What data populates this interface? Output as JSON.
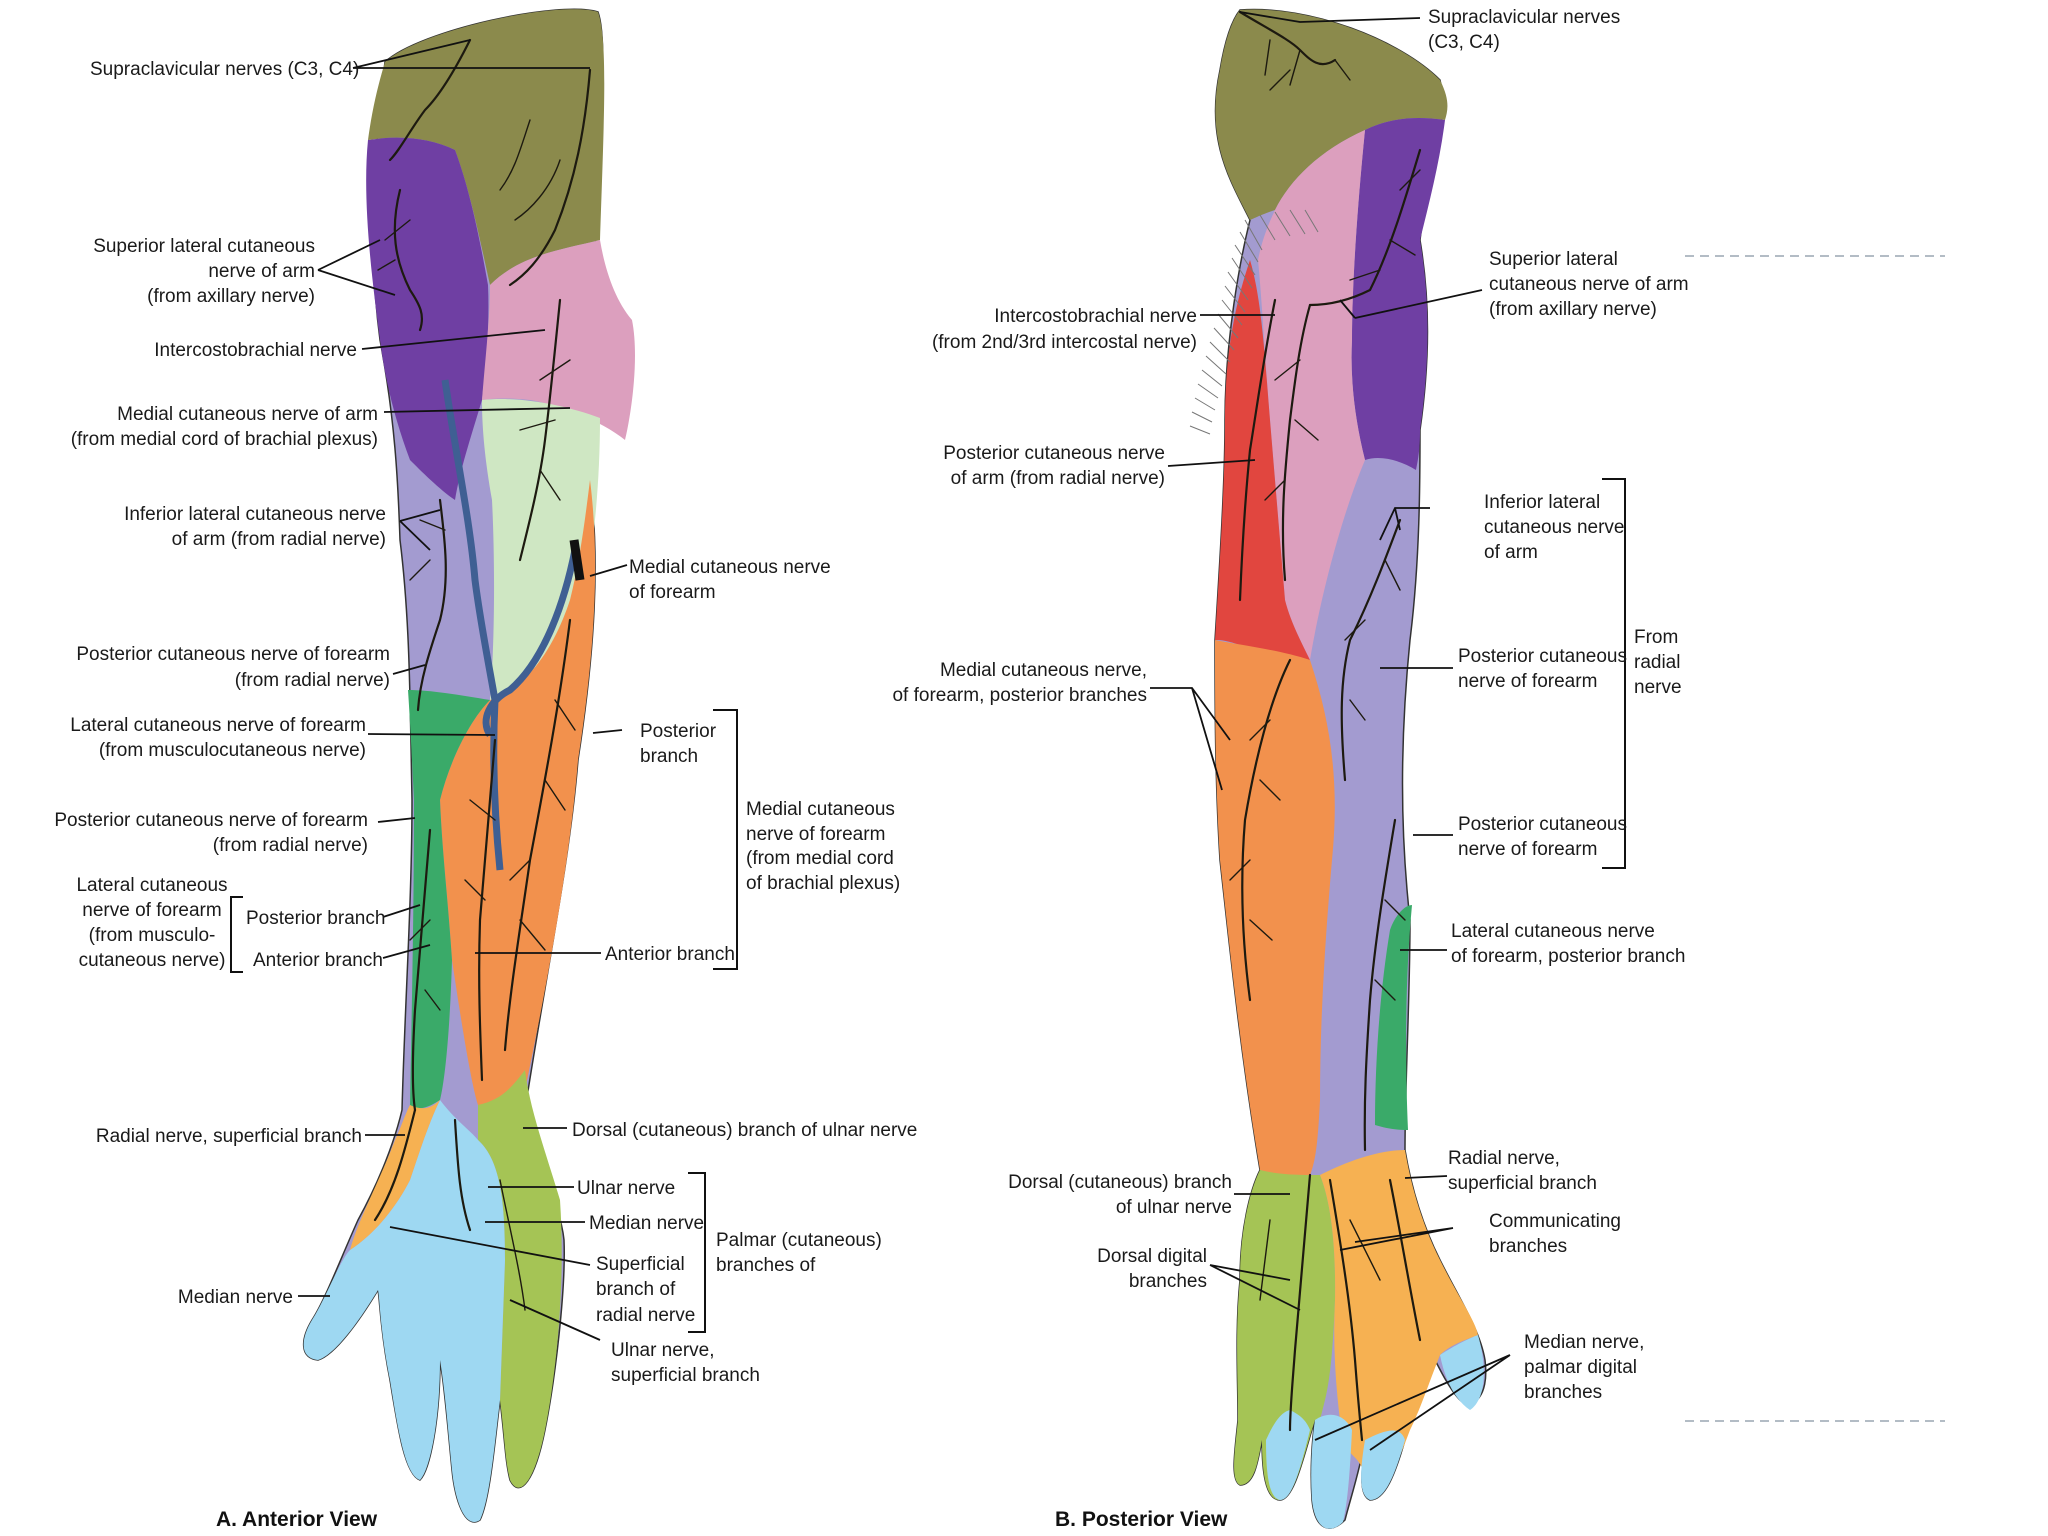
{
  "colors": {
    "supraclavicular": "#8b8a4c",
    "axillary": "#6f3fa3",
    "intercostobrachial": "#dc9fbe",
    "medial_arm": "#cfe7c3",
    "radial_lavender": "#a39bd0",
    "medial_forearm": "#f2914d",
    "lateral_forearm": "#3aaa69",
    "median": "#9ed8f2",
    "ulnar": "#a5c455",
    "superficial_radial": "#f6b152",
    "posterior_arm": "#e1463f",
    "vein": "#3f5f93",
    "nerve": "#1d1a10"
  },
  "anterior": {
    "caption": "A. Anterior View",
    "labels": {
      "supraclavicular": "Supraclavicular nerves (C3, C4)",
      "sup_lat_1": "Superior lateral cutaneous",
      "sup_lat_2": "nerve of arm",
      "sup_lat_3": "(from axillary nerve)",
      "intercosto": "Intercostobrachial nerve",
      "med_arm_1": "Medial cutaneous nerve of arm",
      "med_arm_2": "(from medial cord of brachial plexus)",
      "inf_lat_1": "Inferior lateral cutaneous nerve",
      "inf_lat_2": "of arm (from radial nerve)",
      "med_fa_1": "Medial cutaneous nerve",
      "med_fa_2": "of forearm",
      "post_fa_a1": "Posterior cutaneous nerve of forearm",
      "post_fa_a2": "(from radial nerve)",
      "lat_fa_1": "Lateral cutaneous nerve of forearm",
      "lat_fa_2": "(from musculocutaneous nerve)",
      "post_branch_1": "Posterior",
      "post_branch_2": "branch",
      "med_cut_1": "Medial cutaneous",
      "med_cut_2": "nerve of forearm",
      "med_cut_3": "(from medial cord",
      "med_cut_4": "of brachial plexus)",
      "post_fa_b1": "Posterior cutaneous nerve of forearm",
      "post_fa_b2": "(from radial nerve)",
      "lat_cut_1": "Lateral cutaneous",
      "lat_cut_2": "nerve of forearm",
      "lat_cut_3": "(from musculo-",
      "lat_cut_4": "cutaneous nerve)",
      "posterior_branch": "Posterior branch",
      "anterior_branch_l": "Anterior branch",
      "anterior_branch_r": "Anterior branch",
      "radial_sup": "Radial nerve, superficial branch",
      "dorsal_ulnar": "Dorsal (cutaneous) branch of ulnar nerve",
      "ulnar_nerve": "Ulnar nerve",
      "median_nerve_r": "Median nerve",
      "palmar_1": "Palmar (cutaneous)",
      "palmar_2": "branches of",
      "sup_rad_1": "Superficial",
      "sup_rad_2": "branch of",
      "sup_rad_3": "radial nerve",
      "median_nerve_l": "Median nerve",
      "ulnar_sup_1": "Ulnar nerve,",
      "ulnar_sup_2": "superficial branch"
    }
  },
  "posterior": {
    "caption": "B. Posterior View",
    "labels": {
      "supraclav_1": "Supraclavicular nerves",
      "supraclav_2": "(C3, C4)",
      "sup_lat_1": "Superior lateral",
      "sup_lat_2": "cutaneous nerve of arm",
      "sup_lat_3": "(from axillary nerve)",
      "intercosto_1": "Intercostobrachial nerve",
      "intercosto_2": "(from 2nd/3rd intercostal nerve)",
      "post_arm_1": "Posterior cutaneous nerve",
      "post_arm_2": "of arm (from radial nerve)",
      "inf_lat_1": "Inferior lateral",
      "inf_lat_2": "cutaneous nerve",
      "inf_lat_3": "of arm",
      "from_radial_1": "From",
      "from_radial_2": "radial",
      "from_radial_3": "nerve",
      "med_fa_1": "Medial cutaneous nerve,",
      "med_fa_2": "of forearm, posterior branches",
      "post_fa1_1": "Posterior cutaneous",
      "post_fa1_2": "nerve of forearm",
      "post_fa2_1": "Posterior cutaneous",
      "post_fa2_2": "nerve of forearm",
      "lat_fa_1": "Lateral cutaneous nerve",
      "lat_fa_2": "of forearm, posterior branch",
      "radial_sup_1": "Radial nerve,",
      "radial_sup_2": "superficial branch",
      "dorsal_ulnar_1": "Dorsal (cutaneous) branch",
      "dorsal_ulnar_2": "of ulnar nerve",
      "communicating_1": "Communicating",
      "communicating_2": "branches",
      "dorsal_digital_1": "Dorsal digital",
      "dorsal_digital_2": "branches",
      "median_palmar_1": "Median nerve,",
      "median_palmar_2": "palmar digital",
      "median_palmar_3": "branches"
    }
  }
}
